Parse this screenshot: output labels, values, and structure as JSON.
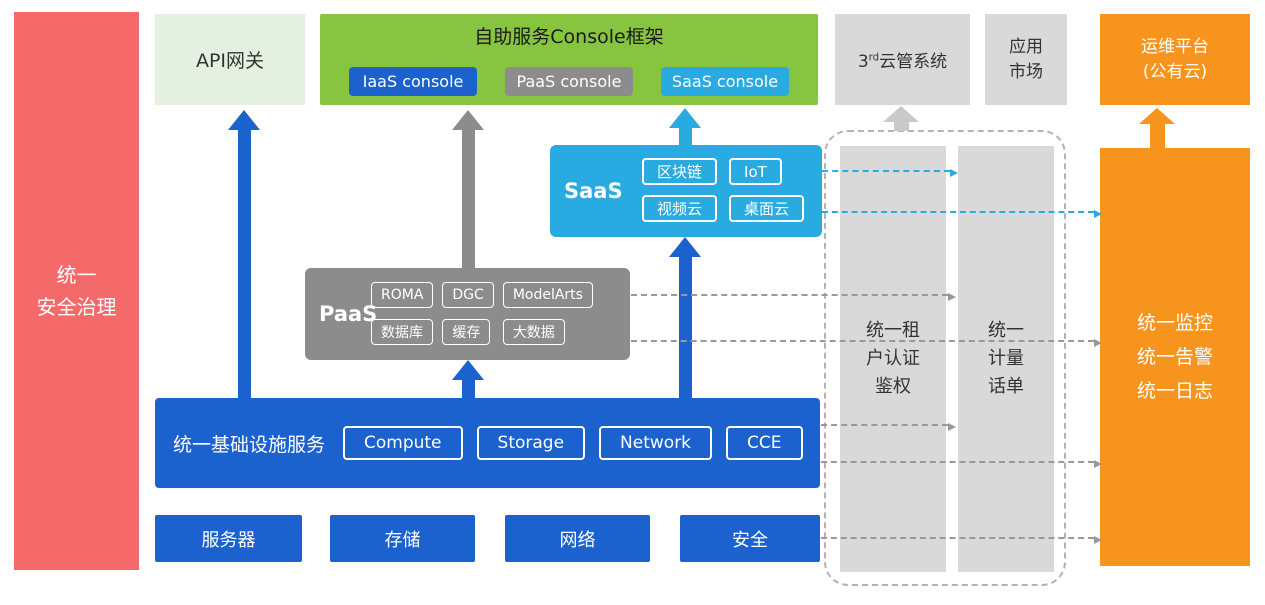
{
  "colors": {
    "blue": "#1B62CE",
    "cyan": "#29ABE2",
    "gray": "#8C8C8C",
    "lightgray": "#D9D9D9",
    "green": "#87C440",
    "lightgreen": "#E5F1E0",
    "orange": "#F7941E",
    "red": "#F4696A",
    "dash": "#999999",
    "arrowlight": "#C9C9C9"
  },
  "left_bar": {
    "label": "统一\n安全治理"
  },
  "top": {
    "api_gateway": "API网关",
    "console": {
      "title": "自助服务Console框架",
      "buttons": [
        "IaaS console",
        "PaaS console",
        "SaaS console"
      ]
    },
    "third_party": {
      "prefix": "3",
      "sup": "rd",
      "rest": "云管系统"
    },
    "app_market": "应用\n市场",
    "ops_platform": "运维平台\n(公有云)"
  },
  "saas": {
    "label": "SaaS",
    "chips": [
      "区块链",
      "IoT",
      "视频云",
      "桌面云"
    ]
  },
  "paas": {
    "label": "PaaS",
    "chips": [
      "ROMA",
      "DGC",
      "ModelArts",
      "数据库",
      "缓存",
      "大数据"
    ]
  },
  "iaas": {
    "label": "统一基础设施服务",
    "chips": [
      "Compute",
      "Storage",
      "Network",
      "CCE"
    ]
  },
  "bottom": {
    "items": [
      "服务器",
      "存储",
      "网络",
      "安全"
    ]
  },
  "right": {
    "auth_bar": "统一租\n户认证\n鉴权",
    "billing_bar": "统一\n计量\n话单",
    "ops_bar": "统一监控\n统一告警\n统一日志"
  }
}
